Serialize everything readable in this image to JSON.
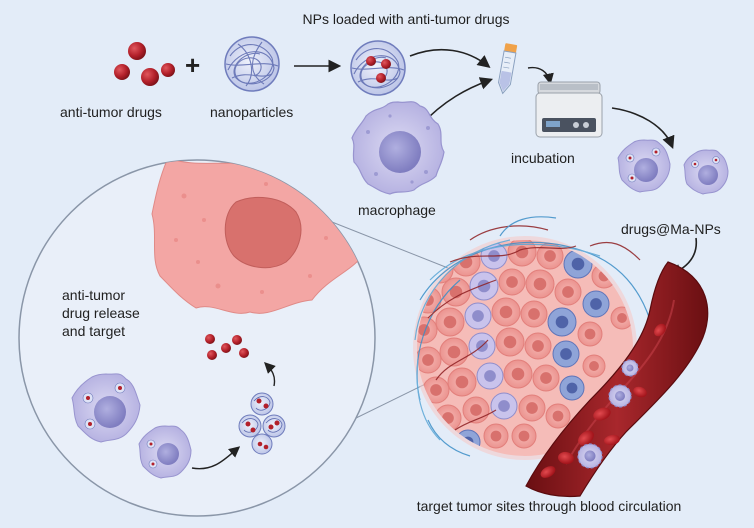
{
  "labels": {
    "title": "NPs loaded with anti-tumor drugs",
    "anti_tumor_drugs": "anti-tumor drugs",
    "plus": "+",
    "nanoparticles": "nanoparticles",
    "incubation": "incubation",
    "macrophage": "macrophage",
    "drugs_ma_nps": "drugs@Ma-NPs",
    "release": "anti-tumor\ndrug release\nand target",
    "target_sites": "target tumor sites through blood circulation"
  },
  "colors": {
    "background": "#e3ecf8",
    "drug": "#b3202a",
    "nanoparticle": "#6f7cbc",
    "macrophage_fill": "#c7c4ea",
    "macrophage_nucleus": "#8f8dcb",
    "tumor_cell": "#f3a6a4",
    "tumor_nucleus": "#d8716d",
    "vessel": "#8e1f22",
    "blood_cell": "#c9272d",
    "capillary_blue": "#3b8ec7"
  }
}
